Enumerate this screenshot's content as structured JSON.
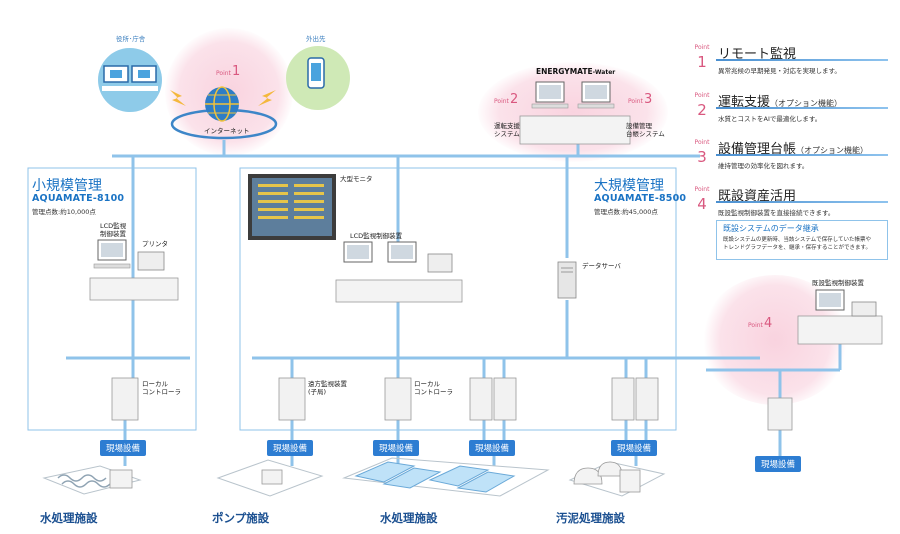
{
  "colors": {
    "line": "#8fc3ea",
    "accent": "#1a73c4",
    "pink": "#d9587f",
    "badge": "#2d7dd2"
  },
  "top": {
    "office_label": "役所･庁舎",
    "outside_label": "外出先",
    "internet_label": "インターネット",
    "point1": {
      "word": "Point",
      "num": "1"
    }
  },
  "energy": {
    "brand": "ENERGYMATE",
    "brand_suffix": "-Water",
    "point2": {
      "word": "Point",
      "num": "2"
    },
    "point3": {
      "word": "Point",
      "num": "3"
    },
    "left_label": "運転支援\nシステム",
    "right_label": "設備管理\n台帳システム"
  },
  "panel": {
    "items": [
      {
        "word": "Point",
        "num": "1",
        "title": "リモート監視",
        "title_note": "",
        "desc": "異常兆候の早期発見・対応を実現します。"
      },
      {
        "word": "Point",
        "num": "2",
        "title": "運転支援",
        "title_note": "（オプション機能）",
        "desc": "水質とコストをAIで最適化します。"
      },
      {
        "word": "Point",
        "num": "3",
        "title": "設備管理台帳",
        "title_note": "（オプション機能）",
        "desc": "維持管理の効率化を図れます。"
      },
      {
        "word": "Point",
        "num": "4",
        "title": "既設資産活用",
        "title_note": "",
        "desc": "既設監視制御装置を直接接続できます。"
      }
    ],
    "box_title": "既設システムのデータ継承",
    "box_desc": "既設システムの更新時、当該システムで保存していた帳票や\nトレンドグラフデータを、継承・保存することができます。"
  },
  "small": {
    "title": "小規模管理",
    "model": "AQUAMATE-8100",
    "points": "管理点数:約10,000点",
    "lcd_label": "LCD監視\n制御装置",
    "printer_label": "プリンタ",
    "controller_label": "ローカル\nコントローラ",
    "site_badge": "現場設備",
    "facility": "水処理施設"
  },
  "large": {
    "title": "大規模管理",
    "model": "AQUAMATE-8500",
    "points": "管理点数:約45,000点",
    "monitor_label": "大型モニタ",
    "lcd_label": "LCD監視制御装置",
    "server_label": "データサーバ",
    "remote_label": "遠方監視装置\n(子局)",
    "controller_label": "ローカル\nコントローラ",
    "site_badges": [
      "現場設備",
      "現場設備",
      "現場設備",
      "現場設備"
    ],
    "facilities": [
      "ポンプ施設",
      "水処理施設",
      "汚泥処理施設"
    ]
  },
  "existing": {
    "device_label": "既設監視制御装置",
    "point4": {
      "word": "Point",
      "num": "4"
    },
    "site_badge": "現場設備"
  }
}
